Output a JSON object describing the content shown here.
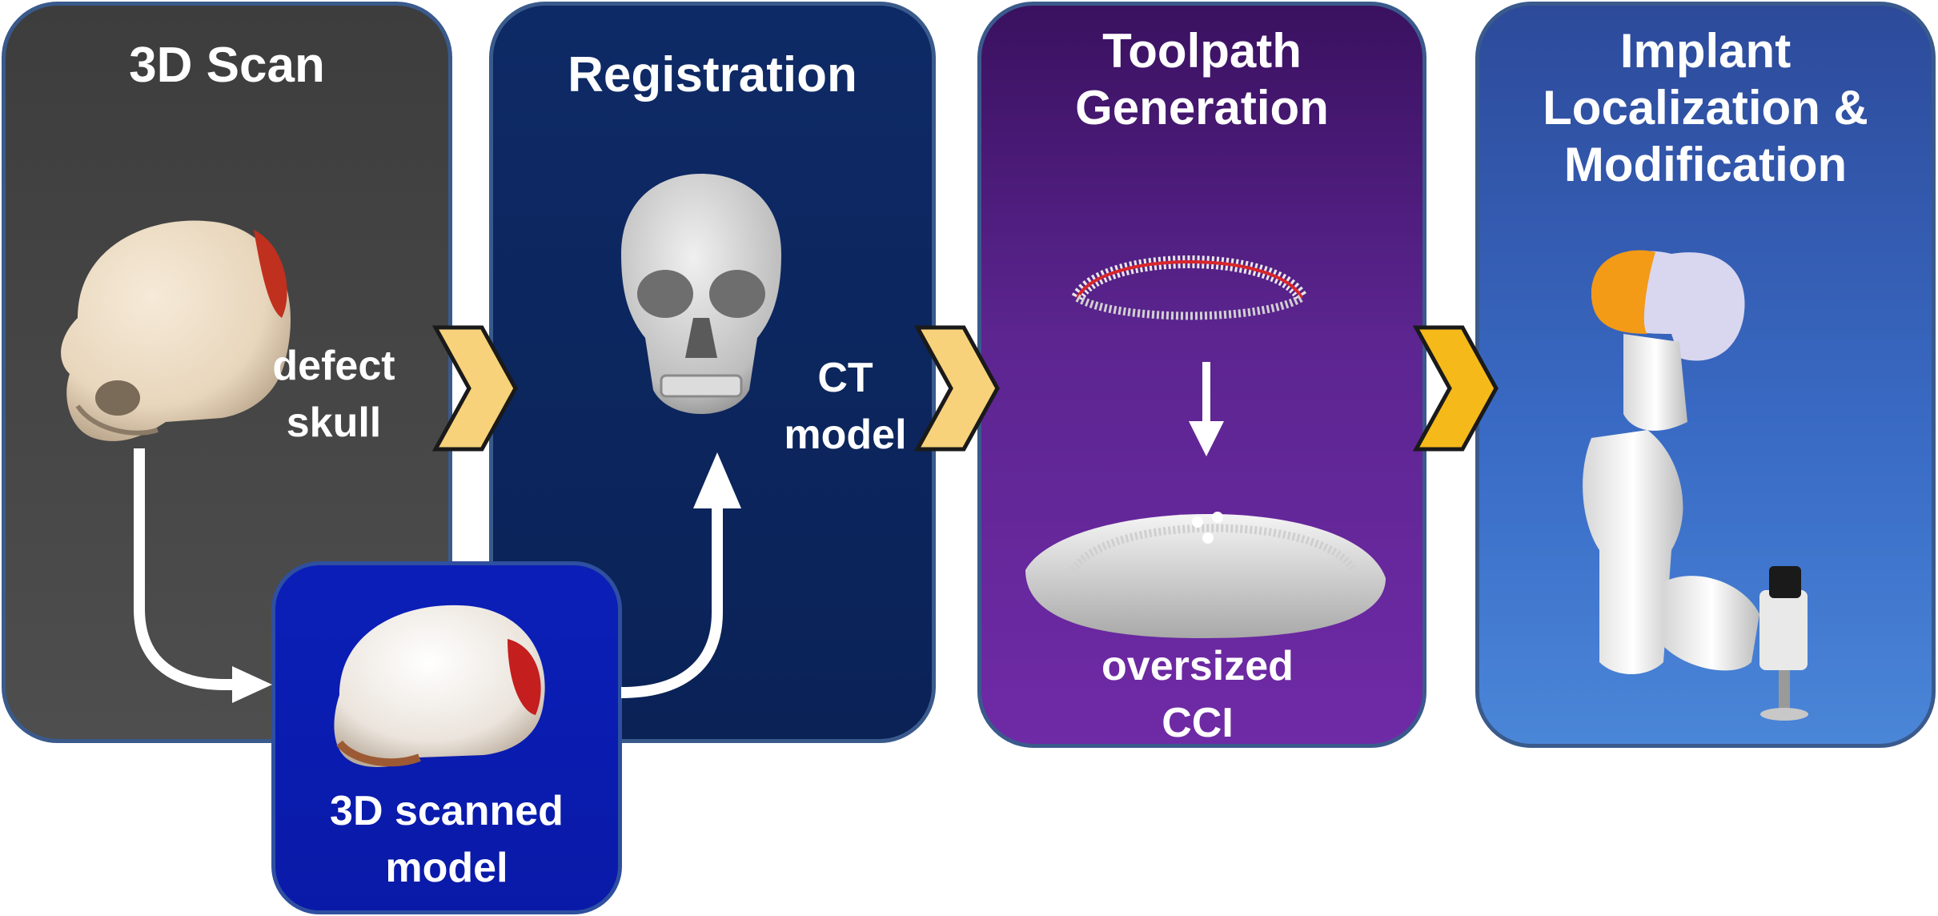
{
  "panels": {
    "scan": {
      "title": "3D Scan",
      "label_line1": "defect",
      "label_line2": "skull"
    },
    "registration": {
      "title": "Registration",
      "label_line1": "CT",
      "label_line2": "model"
    },
    "toolpath": {
      "title_line1": "Toolpath",
      "title_line2": "Generation",
      "label_line1": "oversized",
      "label_line2": "CCI"
    },
    "implant": {
      "title_line1": "Implant",
      "title_line2": "Localization &",
      "title_line3": "Modification"
    },
    "scanned": {
      "label_line1": "3D scanned",
      "label_line2": "model"
    }
  },
  "colors": {
    "scan_panel": "#464646",
    "registration_panel": "#0c2660",
    "toolpath_panel": "#5c2590",
    "implant_panel": "#3a6cc6",
    "scanned_panel": "#0a1bb0",
    "chevron": "#f7d27a",
    "border": "#3a5a8c"
  },
  "icons": [
    "skull-photo",
    "ct-skull-model",
    "toolpath-ring",
    "oversized-implant",
    "robot-arm",
    "scanned-skull",
    "chevron-right-icon",
    "flow-arrow"
  ]
}
